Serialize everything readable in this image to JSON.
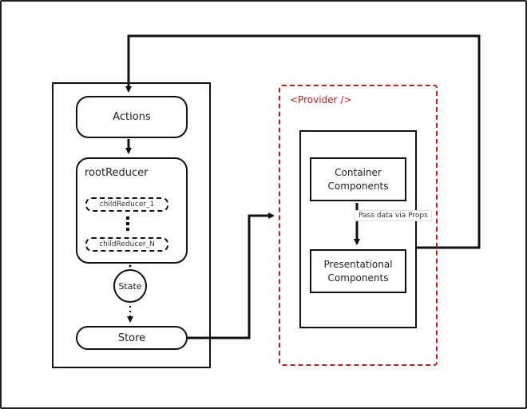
{
  "diagram": {
    "redux": {
      "actions_label": "Actions",
      "root_reducer_label": "rootReducer",
      "child_reducers": [
        "childReducer_1",
        "childReducer_N"
      ],
      "state_label": "State",
      "store_label": "Store"
    },
    "react": {
      "provider_label": "<Provider />",
      "container_label_line1": "Container",
      "container_label_line2": "Components",
      "presentational_label_line1": "Presentational",
      "presentational_label_line2": "Components",
      "edge_label": "Pass data via Props"
    },
    "colors": {
      "stroke": "#111111",
      "provider_accent": "#b22222",
      "background": "#ffffff"
    }
  }
}
